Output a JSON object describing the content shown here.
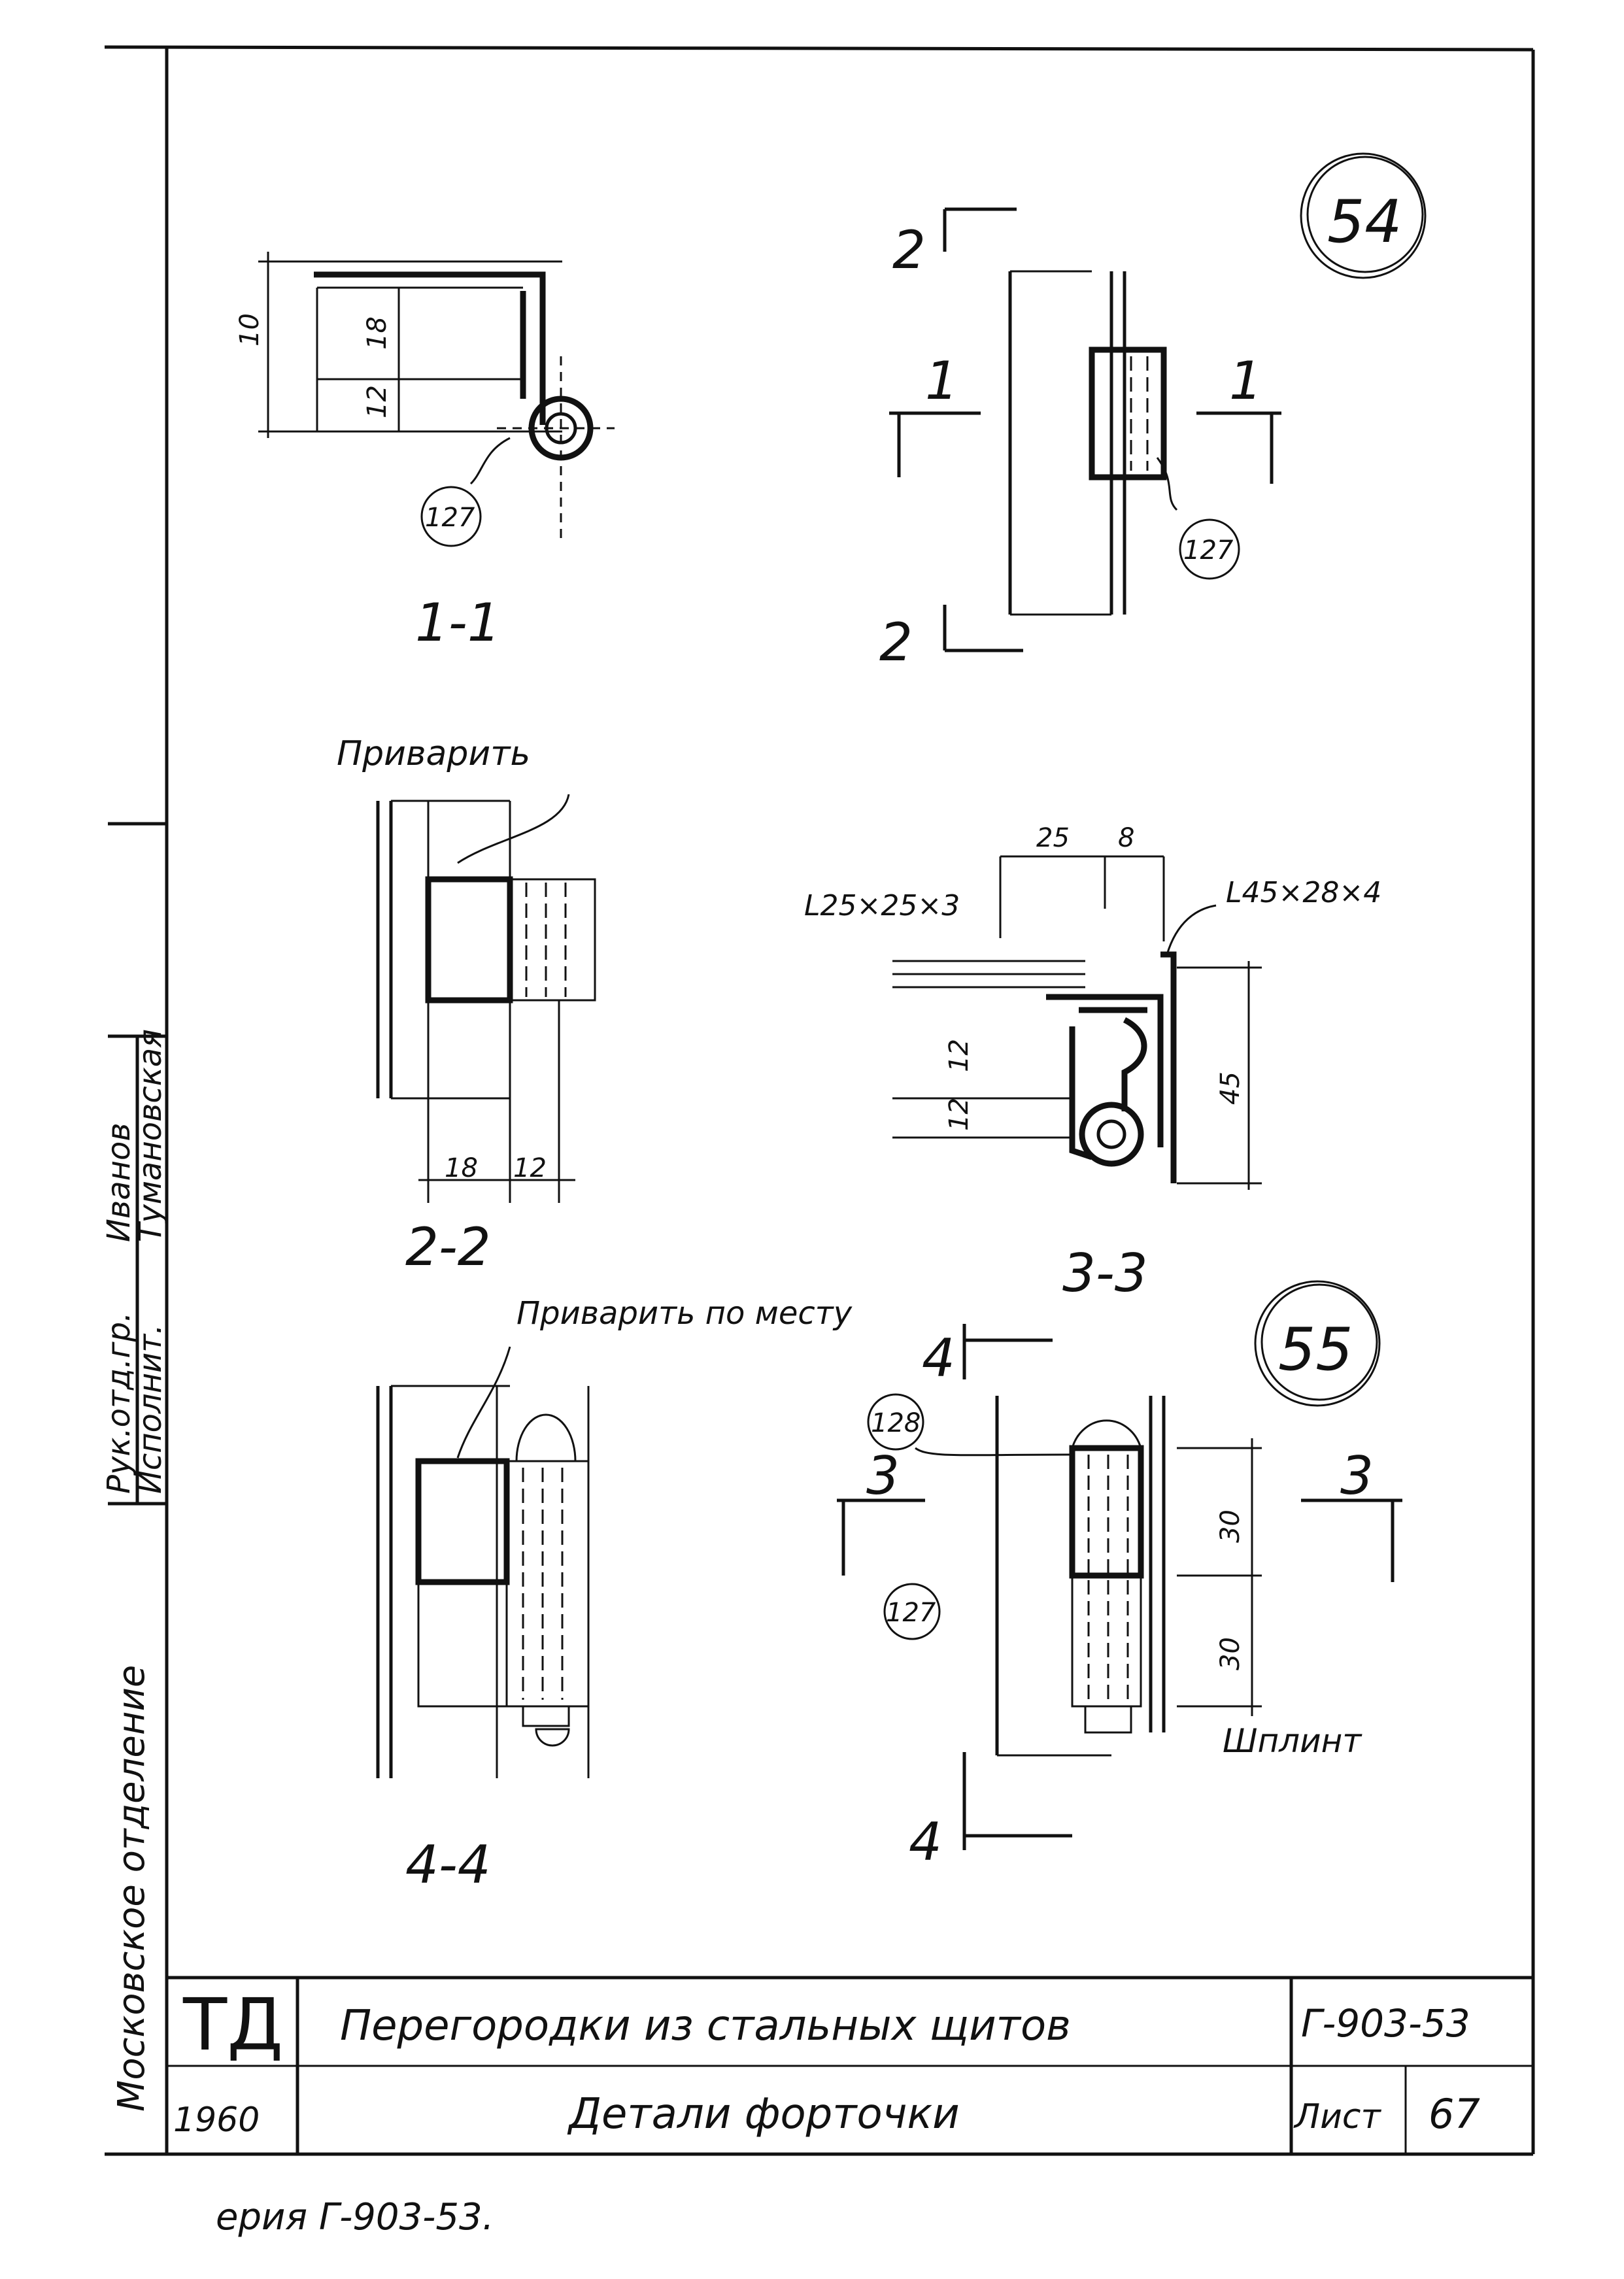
{
  "title_block": {
    "org_short": "ТД",
    "year": "1960",
    "title": "Перегородки из стальных щитов",
    "subtitle": "Детали форточки",
    "series_code": "Г-903-53",
    "sheet_label": "Лист",
    "sheet_number": "67"
  },
  "side_stamp": {
    "department": "Московское отделение",
    "role_head": "Рук.отд.гр.",
    "role_executor": "Исполнит.",
    "name_head": "Иванов",
    "name_executor": "Тумановская"
  },
  "footer_note": "ерия Г-903-53.",
  "nodes": [
    {
      "id": "node-54",
      "label": "54"
    },
    {
      "id": "node-55",
      "label": "55"
    }
  ],
  "sections": [
    {
      "id": "1-1",
      "label": "1-1"
    },
    {
      "id": "2-2",
      "label": "2-2"
    },
    {
      "id": "3-3",
      "label": "3-3"
    },
    {
      "id": "4-4",
      "label": "4-4"
    }
  ],
  "section_markers": {
    "m1": "1",
    "m2": "2",
    "m3": "3",
    "m4": "4"
  },
  "callouts": {
    "part_127": "127",
    "part_128": "128",
    "weld": "Приварить",
    "weld_in_place": "Приварить по месту",
    "cotter_pin": "Шплинт",
    "angle_small": "L25×25×3",
    "angle_large": "L45×28×4"
  },
  "dimensions": {
    "d10": "10",
    "d18": "18",
    "d12": "12",
    "d25": "25",
    "d8": "8",
    "d45": "45",
    "d30": "30"
  }
}
